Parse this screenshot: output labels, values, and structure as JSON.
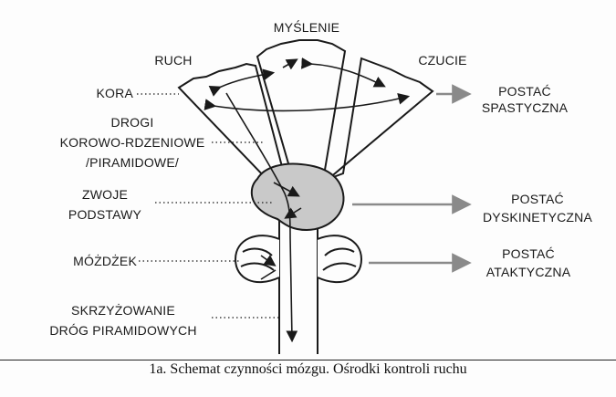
{
  "labels": {
    "myslenie": "MYŚLENIE",
    "ruch": "RUCH",
    "czucie": "CZUCIE",
    "kora": "KORA",
    "drogi": [
      "DROGI",
      "KOROWO-RDZENIOWE",
      "/PIRAMIDOWE/"
    ],
    "zwoje": [
      "ZWOJE",
      "PODSTAWY"
    ],
    "mozdzek": "MÓŻDŻEK",
    "skrzyzowanie": [
      "SKRZYŻOWANIE",
      "DRÓG PIRAMIDOWYCH"
    ],
    "spastyczna": [
      "POSTAĆ",
      "SPASTYCZNA"
    ],
    "dyskinetyczna": [
      "POSTAĆ",
      "DYSKINETYCZNA"
    ],
    "ataktyczna": [
      "POSTAĆ",
      "ATAKTYCZNA"
    ]
  },
  "caption": "1a. Schemat czynności mózgu. Ośrodki kontroli ruchu",
  "colors": {
    "ink": "#1a1a1a",
    "basal_ganglia_fill": "#c9c9c9",
    "arrow_gray": "#8a8a8a"
  }
}
